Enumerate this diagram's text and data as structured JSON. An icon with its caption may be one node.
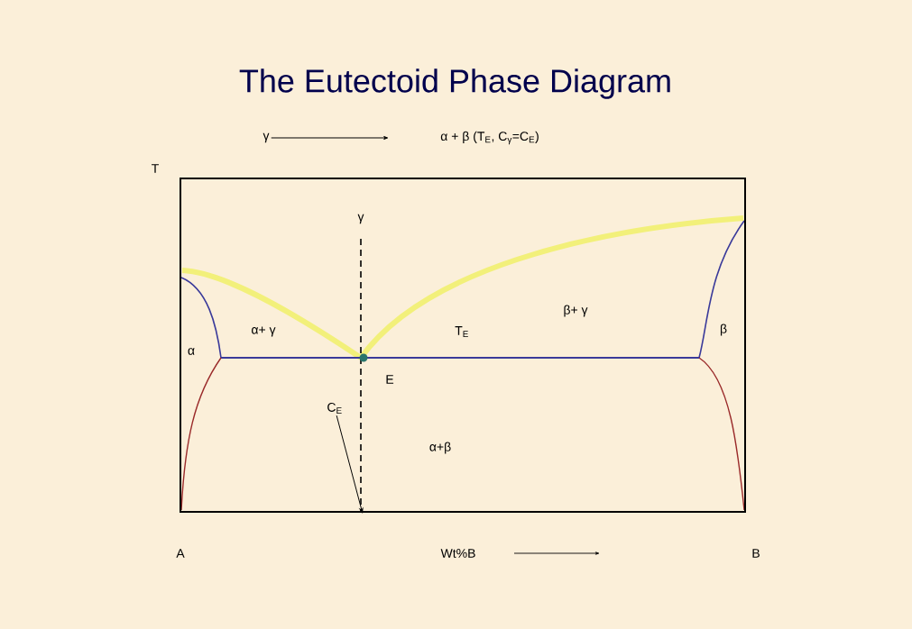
{
  "diagram": {
    "title": "The Eutectoid Phase Diagram",
    "nodes": [
      {
        "text": [
          "γ"
        ]
      },
      {
        "text": [
          "α + β (T$_{E}$, C$_{γ}$=C$_{E}$)"
        ]
      },
      {
        "text": [
          "C$_{E}$"
        ]
      }
    ],
    "edges": [
      {
        "from": 0,
        "to": 1,
        "arrow": "to"
      },
      {
        "from": 2,
        "to": null,
        "arrow": "to"
      }
    ],
    "labels": [
      "T",
      "γ",
      "α+ γ",
      "α",
      "T$_{E}$",
      "β+ γ",
      "β",
      "E",
      "α+β",
      "A",
      "Wt%B",
      "B"
    ]
  }
}
